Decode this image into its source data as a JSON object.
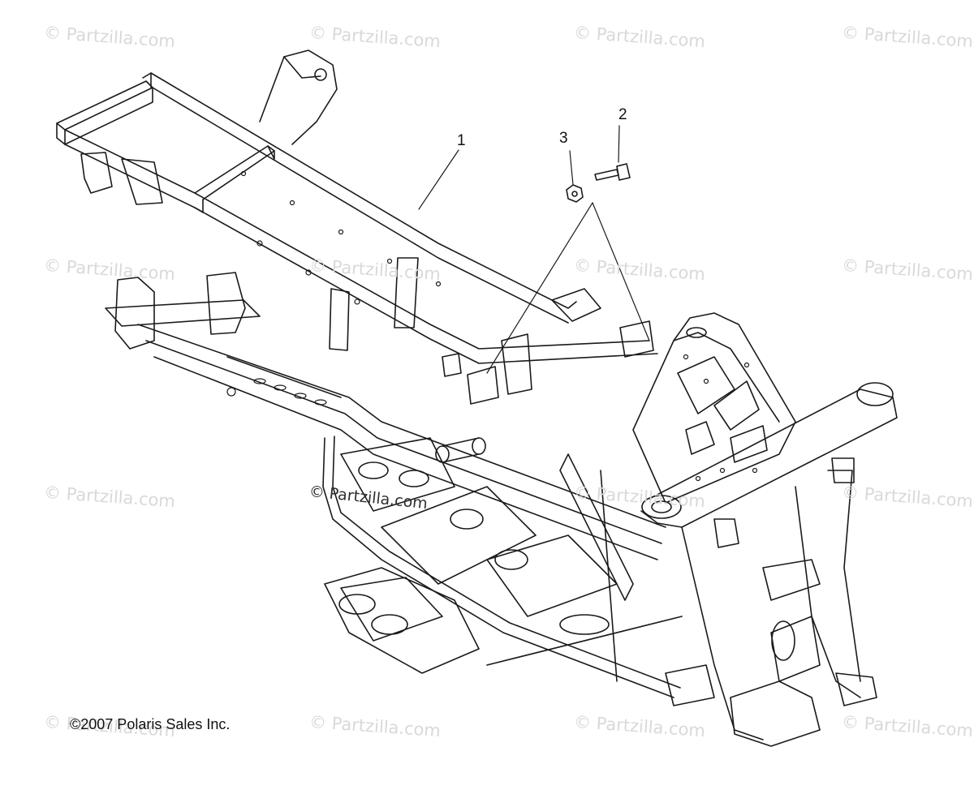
{
  "watermark_text": "© Partzilla.com",
  "center_watermark_text": "© Partzilla.com",
  "callouts": [
    "1",
    "2",
    "3"
  ],
  "copyright": "©2007 Polaris Sales Inc.",
  "colors": {
    "line": "#1a1a1a",
    "watermark": "#d9d9d9",
    "background": "#ffffff"
  }
}
